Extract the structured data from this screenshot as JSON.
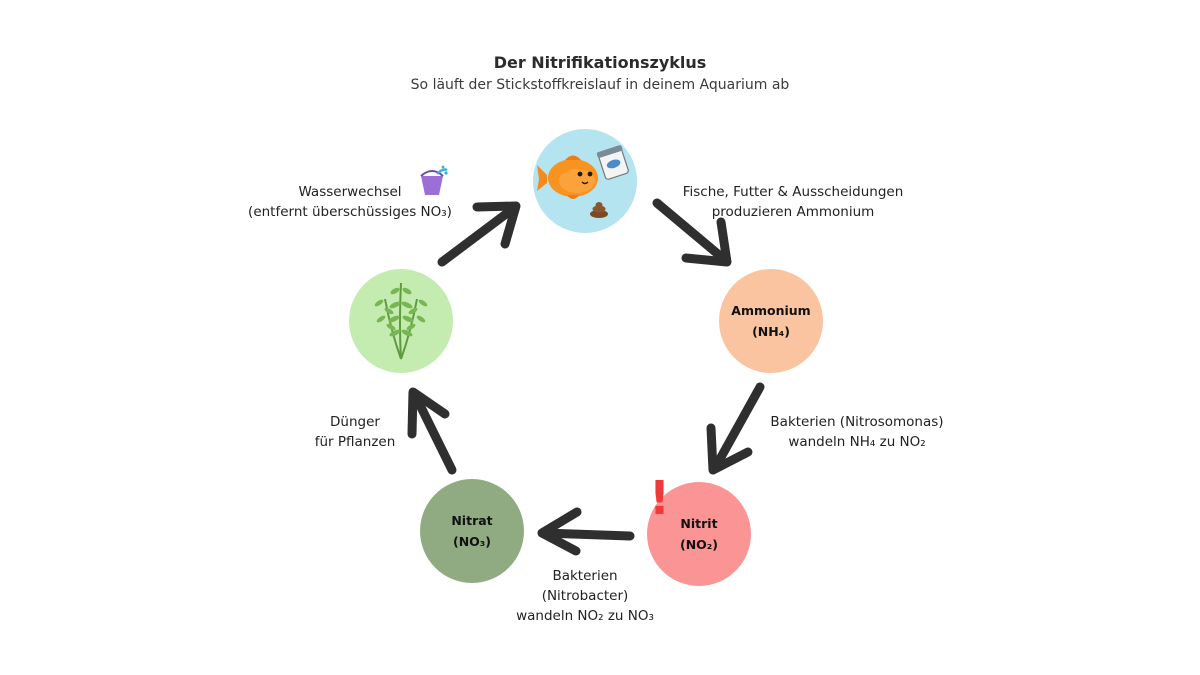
{
  "header": {
    "title": "Der Nitrifikationszyklus",
    "subtitle": "So läuft der Stickstoffkreislauf in deinem Aquarium ab"
  },
  "nodes": {
    "aquarium": {
      "icon": "goldfish-icon",
      "color": "#b3e4f0"
    },
    "ammonium": {
      "label": "Ammonium",
      "formula": "(NH₄)",
      "color": "#fac4a1"
    },
    "nitrit": {
      "label": "Nitrit",
      "formula": "(NO₂)",
      "color": "#fb9494",
      "warning": "!"
    },
    "nitrat": {
      "label": "Nitrat",
      "formula": "(NO₃)",
      "color": "#90ab82"
    },
    "plants": {
      "icon": "plant-icon",
      "color": "#c4ecb1"
    }
  },
  "annotations": {
    "fische": [
      "Fische, Futter & Ausscheidungen",
      "produzieren Ammonium"
    ],
    "nitrosomonas": [
      "Bakterien (Nitrosomonas)",
      "wandeln NH₄ zu NO₂"
    ],
    "nitrobacter": [
      "Bakterien",
      "(Nitrobacter)",
      "wandeln NO₂ zu NO₃"
    ],
    "duenger": [
      "Dünger",
      "für Pflanzen"
    ],
    "wasserwechsel": [
      "Wasserwechsel",
      "(entfernt überschüssiges NO₃)"
    ]
  },
  "colors": {
    "arrow": "#2f2f2f",
    "warning": "#f03a3a",
    "bucket": "#9b6fd6"
  }
}
